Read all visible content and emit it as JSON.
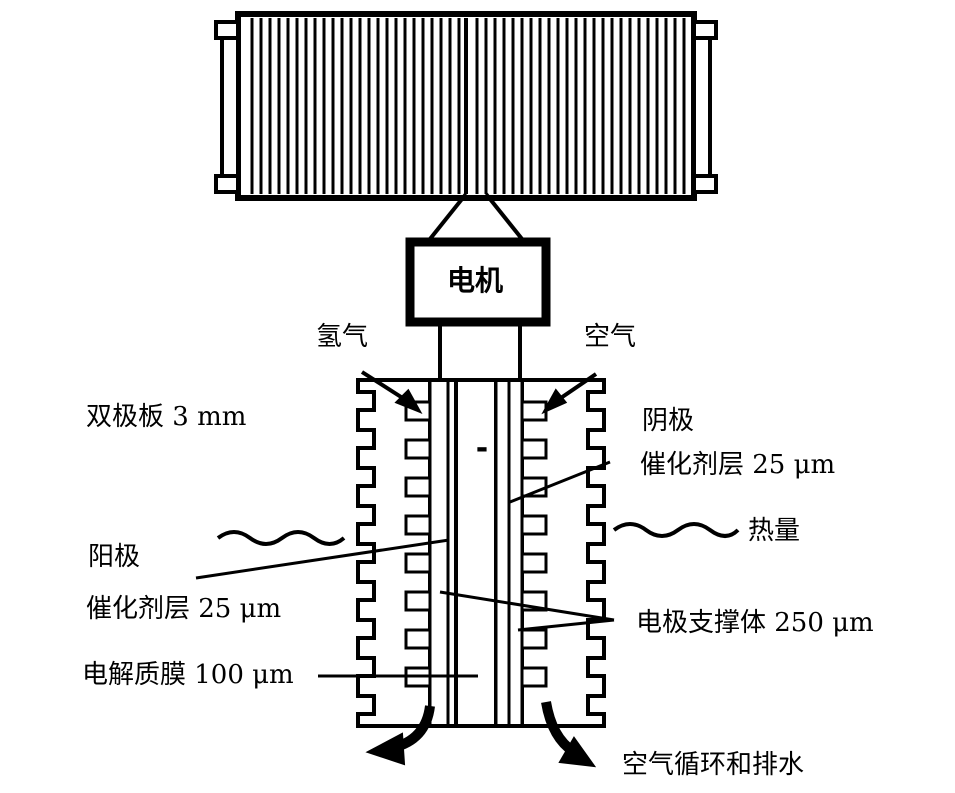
{
  "motor": {
    "label": "电机"
  },
  "labels": {
    "hydrogen": "氢气",
    "air": "空气",
    "bipolar_plate": "双极板 3 mm",
    "cathode_title": "阴极",
    "cathode_layer": "催化剂层 25 μm",
    "heat": "热量",
    "anode_title": "阳极",
    "anode_layer": "催化剂层 25 μm",
    "electrode_support": "电极支撑体 250 μm",
    "membrane": "电解质膜 100 μm",
    "air_cycle_drain": "空气循环和排水",
    "membrane_sign": "-"
  },
  "colors": {
    "ink": "#000000",
    "background": "#ffffff"
  }
}
